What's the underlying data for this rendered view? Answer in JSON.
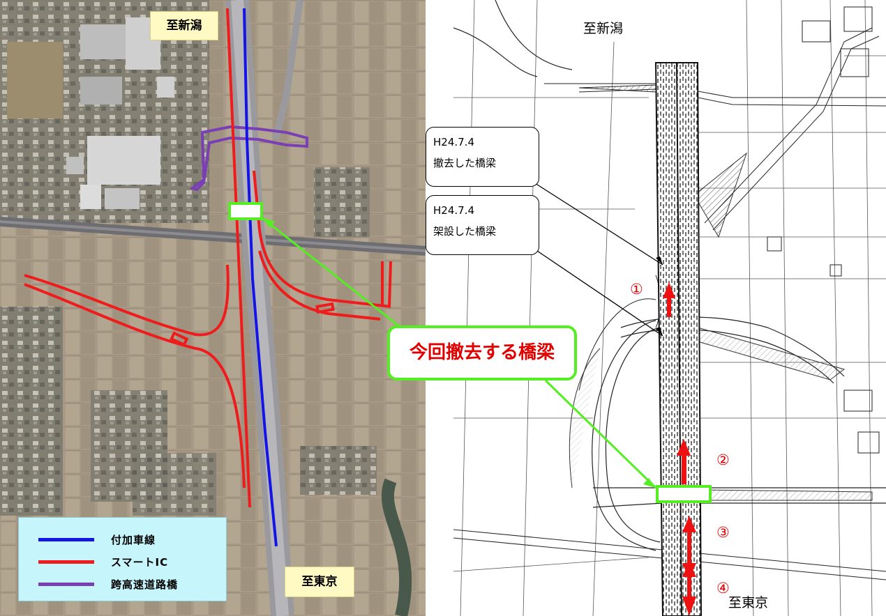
{
  "aerial": {
    "north_label": "至新潟",
    "south_label": "至東京"
  },
  "legend": {
    "items": [
      {
        "label": "付加車線",
        "color": "#1414e6"
      },
      {
        "label": "スマートIC",
        "color": "#ee1c1c"
      },
      {
        "label": "跨高速道路橋",
        "color": "#7a3fb3"
      }
    ]
  },
  "callouts": {
    "removed": {
      "date": "H24.7.4",
      "text": "撤去した橋梁"
    },
    "installed": {
      "date": "H24.7.4",
      "text": "架設した橋梁"
    },
    "current": {
      "text": "今回撤去する橋梁"
    }
  },
  "plan_map": {
    "north_label": "至新潟",
    "south_label": "至東京",
    "steps": [
      "①",
      "②",
      "③",
      "④"
    ]
  },
  "colors": {
    "callout_green": "#55ee22",
    "arrow_red": "#ee1111",
    "callout_text_red": "#e00000"
  }
}
